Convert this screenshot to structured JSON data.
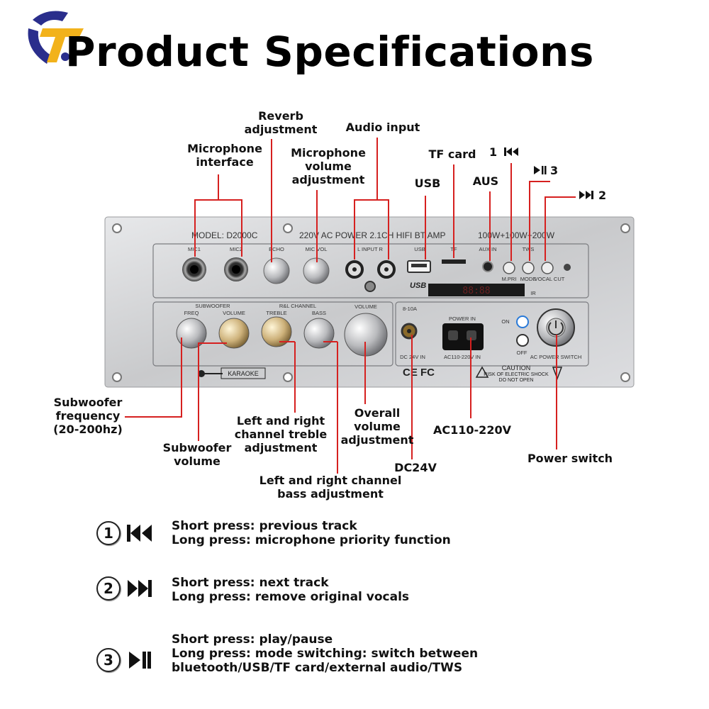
{
  "title": "Product Specifications",
  "panel": {
    "model": "MODEL: D2000C",
    "power": "220V AC POWER 2.1CH HIFI BT AMP",
    "output": "100W+100W+200W",
    "mic1": "MIC1",
    "mic2": "MIC2",
    "echo": "ECHO",
    "mic_vol": "MIC VOL",
    "input": "L INPUT R",
    "usb": "USB",
    "tf": "TF",
    "aux_in": "AUX IN",
    "tws": "TWS",
    "m_pri": "M.PRI",
    "mode": "MODE",
    "vocal_cut": "VOCAL CUT",
    "ir": "IR",
    "display": "88:88",
    "usb_logo": "USB",
    "subwoofer": "SUBWOOFER",
    "freq": "FREQ",
    "volume_sub": "VOLUME",
    "rl_channel": "R&L CHANNEL",
    "treble": "TREBLE",
    "bass": "BASS",
    "volume_main": "VOLUME",
    "fuse": "8-10A",
    "dc_in": "DC 24V IN",
    "power_in": "POWER IN",
    "ac_in": "AC110-220V IN",
    "on": "ON",
    "off": "OFF",
    "ac_switch": "AC POWER SWITCH",
    "karaoke": "KARAOKE",
    "certs": "CE FC",
    "caution": "CAUTION",
    "caution_1": "RISK OF ELECTRIC SHOCK",
    "caution_2": "DO NOT OPEN"
  },
  "callouts": {
    "reverb": [
      "Reverb",
      "adjustment"
    ],
    "audio_input": "Audio input",
    "mic_interface": [
      "Microphone",
      "interface"
    ],
    "mic_volume": [
      "Microphone",
      "volume",
      "adjustment"
    ],
    "tf_card": "TF card",
    "usb": "USB",
    "aus": "AUS",
    "btn1": "1",
    "btn3": "3",
    "btn2": "2",
    "sub_freq": [
      "Subwoofer",
      "frequency",
      "(20-200hz)"
    ],
    "sub_vol": [
      "Subwoofer",
      "volume"
    ],
    "treble": [
      "Left and right",
      "channel treble",
      "adjustment"
    ],
    "overall": [
      "Overall",
      "volume",
      "adjustment"
    ],
    "ac": "AC110-220V",
    "dc": "DC24V",
    "bass": [
      "Left and right channel",
      "bass adjustment"
    ],
    "power_switch": "Power switch"
  },
  "legend": [
    {
      "num": "1",
      "icon": "previous-track-icon",
      "lines": [
        "Short press: previous track",
        "Long press: microphone priority function"
      ]
    },
    {
      "num": "2",
      "icon": "next-track-icon",
      "lines": [
        "Short press: next track",
        "Long press: remove original vocals"
      ]
    },
    {
      "num": "3",
      "icon": "play-pause-icon",
      "lines": [
        "Short press: play/pause",
        "Long press: mode switching: switch between",
        "bluetooth/USB/TF card/external audio/TWS"
      ]
    }
  ],
  "colors": {
    "leader": "#d6201f",
    "panel": "#cfd0d2",
    "text": "#111111"
  }
}
